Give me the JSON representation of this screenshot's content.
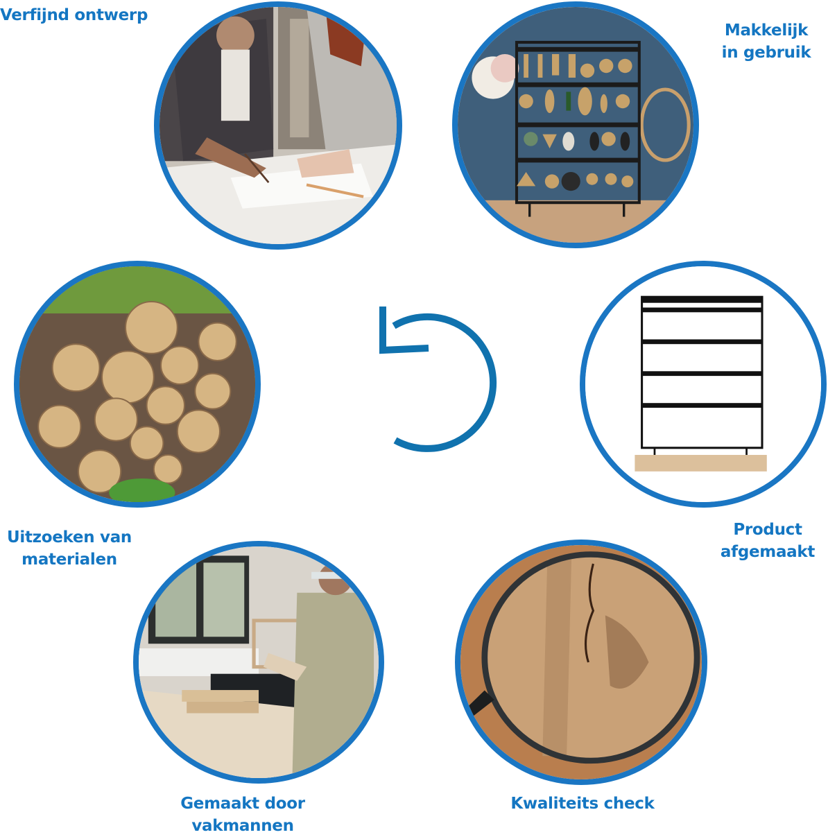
{
  "accent_color": "#1476c2",
  "ring_color": "#1a76c3",
  "steps": [
    {
      "id": "design",
      "label_lines": [
        "Verfijnd ontwerp"
      ],
      "image": "designers-sketching-at-table"
    },
    {
      "id": "usability",
      "label_lines": [
        "Makkelijk",
        "in gebruik"
      ],
      "image": "earring-stand-with-earrings"
    },
    {
      "id": "finished",
      "label_lines": [
        "Product",
        "afgemaakt"
      ],
      "image": "empty-earring-stand-wood-base"
    },
    {
      "id": "quality",
      "label_lines": [
        "Kwaliteits check"
      ],
      "image": "magnifying-glass-over-wood"
    },
    {
      "id": "craftsmen",
      "label_lines": [
        "Gemaakt door",
        "vakmannen"
      ],
      "image": "carpenter-in-workshop"
    },
    {
      "id": "materials",
      "label_lines": [
        "Uitzoeken van",
        "materialen"
      ],
      "image": "stacked-logs-in-forest"
    }
  ],
  "center_icon": "counterclockwise-cycle-arrow-icon"
}
